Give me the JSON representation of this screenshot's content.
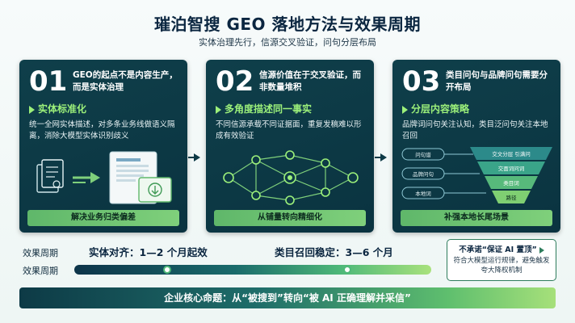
{
  "title": "璀泊智搜 GEO 落地方法与效果周期",
  "subtitle": "实体治理先行，信源交叉验证，问句分层布局",
  "cards": [
    {
      "number": "01",
      "heading": "GEO的起点不是内容生产，而是实体治理",
      "tag": "实体标准化",
      "description": "统一全网实体描述，对多条业务线做语义隔离，消除大模型实体识别歧义",
      "bar": "解决业务归类偏差"
    },
    {
      "number": "02",
      "heading": "信源价值在于交叉验证，而非数量堆积",
      "tag": "多角度描述同一事实",
      "description": "不同信源承载不同证据面，重复发稿难以形成有效验证",
      "bar": "从铺量转向精细化"
    },
    {
      "number": "03",
      "heading": "类目问句与品牌问句需要分开布局",
      "tag": "分层内容策略",
      "description": "品牌词问句关注认知，类目泛问句关注本地召回",
      "bar": "补强本地长尾场景",
      "queries": [
        "问句谱",
        "品牌问句",
        "本地词"
      ],
      "funnel": [
        "交文分层 引满问",
        "交面词问词",
        "类目词",
        "路径"
      ]
    }
  ],
  "timeline": {
    "label1": "效果周期",
    "label2": "效果周期",
    "phase1": "实体对齐：1—2 个月起效",
    "phase2": "类目召回稳定：3—6 个月"
  },
  "note": {
    "title": "不承诺“保证 AI 置顶”",
    "text": "符合大模型运行规律，避免触发夸大降权机制"
  },
  "banner": "企业核心命题：从“被搜到”转向“被 AI 正确理解并采信”",
  "colors": {
    "card_bg": "#0d3a46",
    "accent_green": "#9cf07a",
    "bar_green": "#6cc474",
    "navy": "#0b2640"
  }
}
